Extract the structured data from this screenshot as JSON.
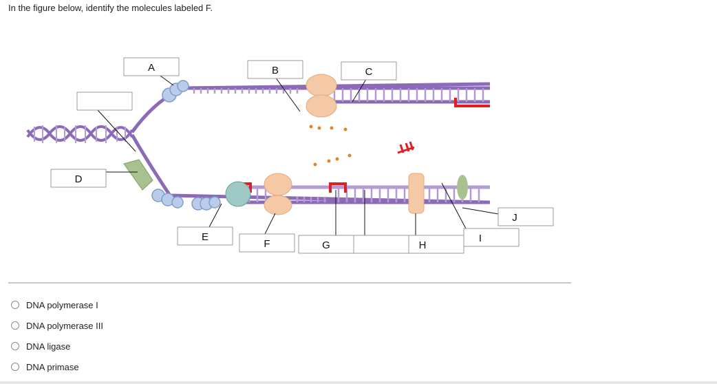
{
  "question": "In the figure below, identify the molecules labeled F.",
  "figure": {
    "labels": {
      "A": "A",
      "B": "B",
      "C": "C",
      "D": "D",
      "E": "E",
      "F": "F",
      "G": "G",
      "H": "H",
      "I": "I",
      "J": "J"
    },
    "blank_label_boxes": 2,
    "colors": {
      "dna_strand": "#8b6bb8",
      "rungs": "#b59bd4",
      "rna_primer": "#e02020",
      "protein_peach": "#f5c9a6",
      "protein_blue": "#b9cdea",
      "helicase_green": "#a7c28f"
    }
  },
  "options": [
    {
      "label": "DNA polymerase I"
    },
    {
      "label": "DNA polymerase III"
    },
    {
      "label": "DNA ligase"
    },
    {
      "label": "DNA primase"
    }
  ]
}
